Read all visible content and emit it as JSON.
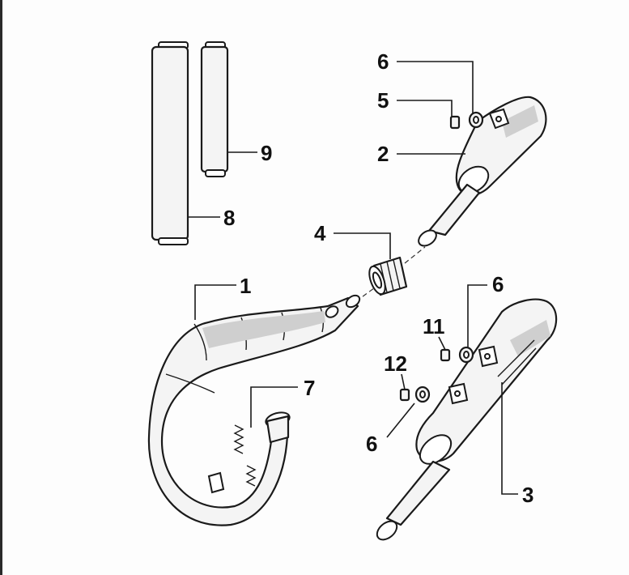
{
  "diagram": {
    "callouts": {
      "c1": "1",
      "c2": "2",
      "c3": "3",
      "c4": "4",
      "c5": "5",
      "c6_top": "6",
      "c6_mid": "6",
      "c6_bottom": "6",
      "c7": "7",
      "c8": "8",
      "c9": "9",
      "c11": "11",
      "c12": "12"
    }
  },
  "colors": {
    "line": "#1a1a1a",
    "fill": "#f4f4f4",
    "shade": "#cfcfcf",
    "paper": "#fdfdfd"
  }
}
